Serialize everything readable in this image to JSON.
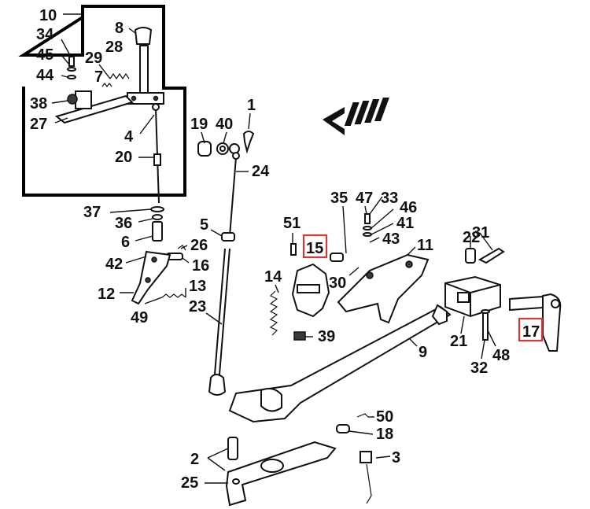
{
  "callouts": {
    "c10": "10",
    "c34": "34",
    "c45": "45",
    "c44": "44",
    "c38": "38",
    "c27": "27",
    "c8": "8",
    "c28": "28",
    "c29": "29",
    "c7": "7",
    "c4": "4",
    "c20": "20",
    "c19": "19",
    "c40": "40",
    "c1": "1",
    "c24": "24",
    "c37": "37",
    "c36": "36",
    "c6": "6",
    "c5": "5",
    "c26": "26",
    "c16": "16",
    "c42": "42",
    "c12": "12",
    "c13": "13",
    "c49": "49",
    "c23": "23",
    "c51": "51",
    "c15": "15",
    "c14": "14",
    "c30": "30",
    "c39": "39",
    "c35": "35",
    "c47": "47",
    "c33": "33",
    "c46": "46",
    "c41": "41",
    "c43": "43",
    "c11": "11",
    "c22": "22",
    "c31": "31",
    "c17": "17",
    "c21": "21",
    "c32": "32",
    "c48": "48",
    "c9": "9",
    "c50": "50",
    "c18": "18",
    "c2": "2",
    "c3": "3",
    "c25": "25"
  },
  "highlight_color": "#d23a3a",
  "line_color": "#111111"
}
